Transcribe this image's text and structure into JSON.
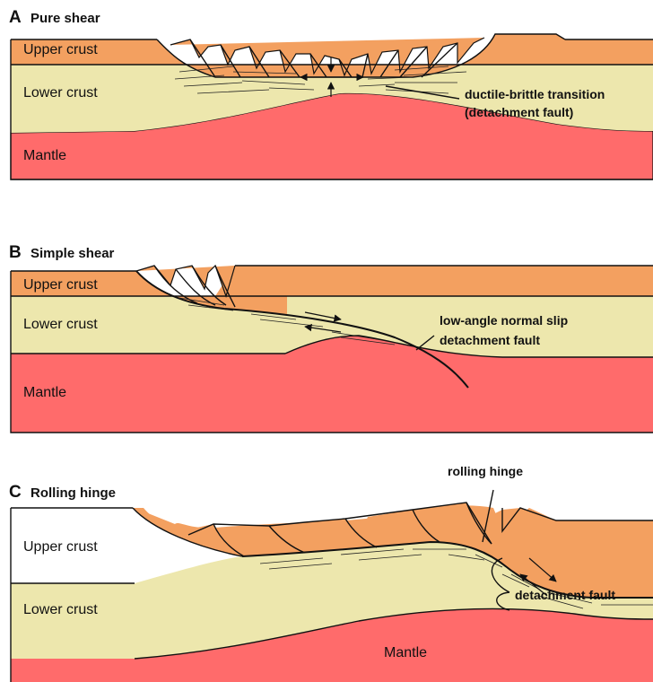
{
  "colors": {
    "upper_crust": "#f3a060",
    "lower_crust": "#ede7ad",
    "mantle": "#ff6b6b",
    "outline": "#111111",
    "background": "#ffffff"
  },
  "panels": [
    {
      "letter": "A",
      "title": "Pure shear",
      "layers": {
        "upper": "Upper crust",
        "lower": "Lower crust",
        "mantle": "Mantle"
      },
      "annotations": [
        "ductile-brittle transition",
        "(detachment fault)"
      ]
    },
    {
      "letter": "B",
      "title": "Simple shear",
      "layers": {
        "upper": "Upper crust",
        "lower": "Lower crust",
        "mantle": "Mantle"
      },
      "annotations": [
        "low-angle normal slip",
        "detachment fault"
      ]
    },
    {
      "letter": "C",
      "title": "Rolling hinge",
      "layers": {
        "upper": "Upper crust",
        "lower": "Lower crust",
        "mantle": "Mantle"
      },
      "annotations": [
        "rolling hinge",
        "detachment fault"
      ]
    }
  ]
}
